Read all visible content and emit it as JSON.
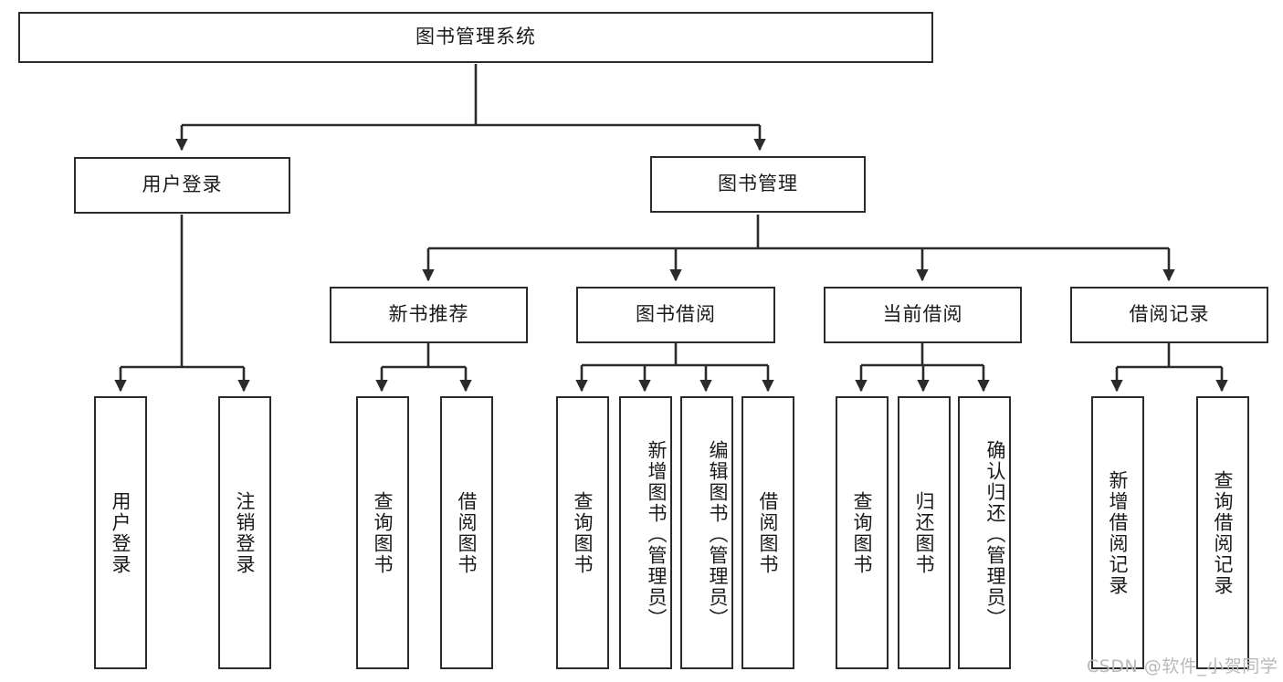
{
  "diagram": {
    "title": "图书管理系统",
    "type": "hierarchy-tree",
    "root": {
      "label": "图书管理系统"
    },
    "level2": [
      {
        "label": "用户登录"
      },
      {
        "label": "图书管理"
      }
    ],
    "level3": [
      {
        "label": "新书推荐"
      },
      {
        "label": "图书借阅"
      },
      {
        "label": "当前借阅"
      },
      {
        "label": "借阅记录"
      }
    ],
    "leaves": {
      "user_login": [
        {
          "label": "用户登录"
        },
        {
          "label": "注销登录"
        }
      ],
      "new_book_recommend": [
        {
          "label": "查询图书"
        },
        {
          "label": "借阅图书"
        }
      ],
      "book_borrow": [
        {
          "label": "查询图书"
        },
        {
          "label": "新增图书（管理员）"
        },
        {
          "label": "编辑图书（管理员）"
        },
        {
          "label": "借阅图书"
        }
      ],
      "current_borrow": [
        {
          "label": "查询图书"
        },
        {
          "label": "归还图书"
        },
        {
          "label": "确认归还（管理员）"
        }
      ],
      "borrow_records": [
        {
          "label": "新增借阅记录"
        },
        {
          "label": "查询借阅记录"
        }
      ]
    }
  },
  "watermark": {
    "text": "CSDN @软件_小贺同学"
  },
  "colors": {
    "border": "#2b2b2b",
    "background": "#ffffff",
    "text": "#1a1a1a",
    "watermark": "#b9b9b9"
  }
}
